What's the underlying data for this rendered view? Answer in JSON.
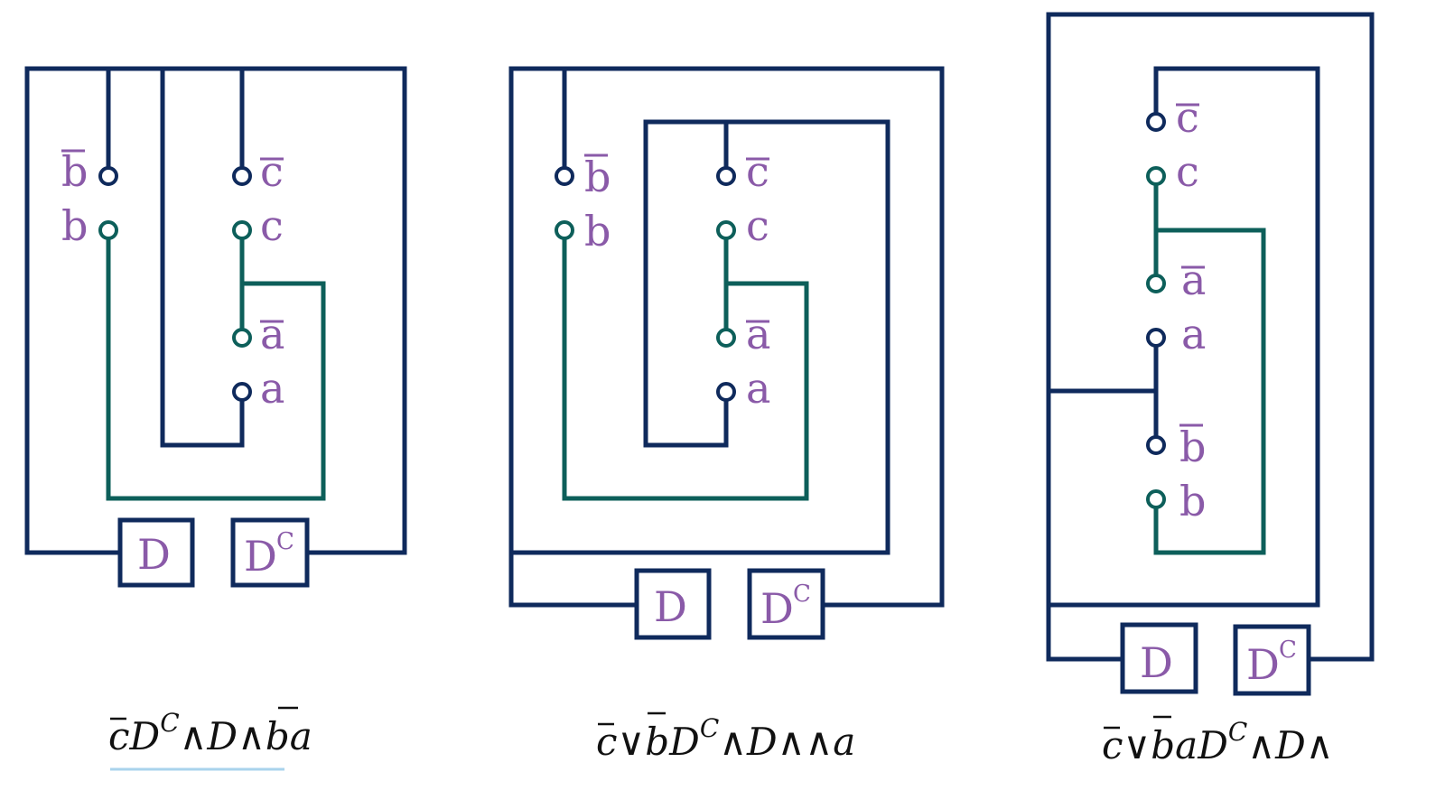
{
  "colors": {
    "navy_wire": "#0f2a5c",
    "teal_wire": "#0d5f5a",
    "label_purple": "#8a5aa8",
    "formula_text": "#111111",
    "underline": "#a9d3ec"
  },
  "diagrams": [
    {
      "id": "left",
      "terminals": {
        "b_bar": "b",
        "b": "b",
        "c_bar": "c",
        "c": "c",
        "a_bar": "a",
        "a": "a"
      },
      "boxes": {
        "d": "D",
        "dc": "D",
        "dc_sup": "C"
      },
      "formula": {
        "parts": [
          "c",
          "D",
          "C",
          "∧D∧",
          "b",
          "a"
        ]
      }
    },
    {
      "id": "middle",
      "terminals": {
        "b_bar": "b",
        "b": "b",
        "c_bar": "c",
        "c": "c",
        "a_bar": "a",
        "a": "a"
      },
      "boxes": {
        "d": "D",
        "dc": "D",
        "dc_sup": "C"
      },
      "formula": {
        "parts": [
          "c",
          "∨",
          "b",
          "D",
          "C",
          "∧D∧∧a"
        ]
      }
    },
    {
      "id": "right",
      "terminals": {
        "c_bar": "c",
        "c": "c",
        "a_bar": "a",
        "a": "a",
        "b_bar": "b",
        "b": "b"
      },
      "boxes": {
        "d": "D",
        "dc": "D",
        "dc_sup": "C"
      },
      "formula": {
        "parts": [
          "c",
          "∨",
          "b",
          "aD",
          "C",
          "∧D∧"
        ]
      }
    }
  ]
}
